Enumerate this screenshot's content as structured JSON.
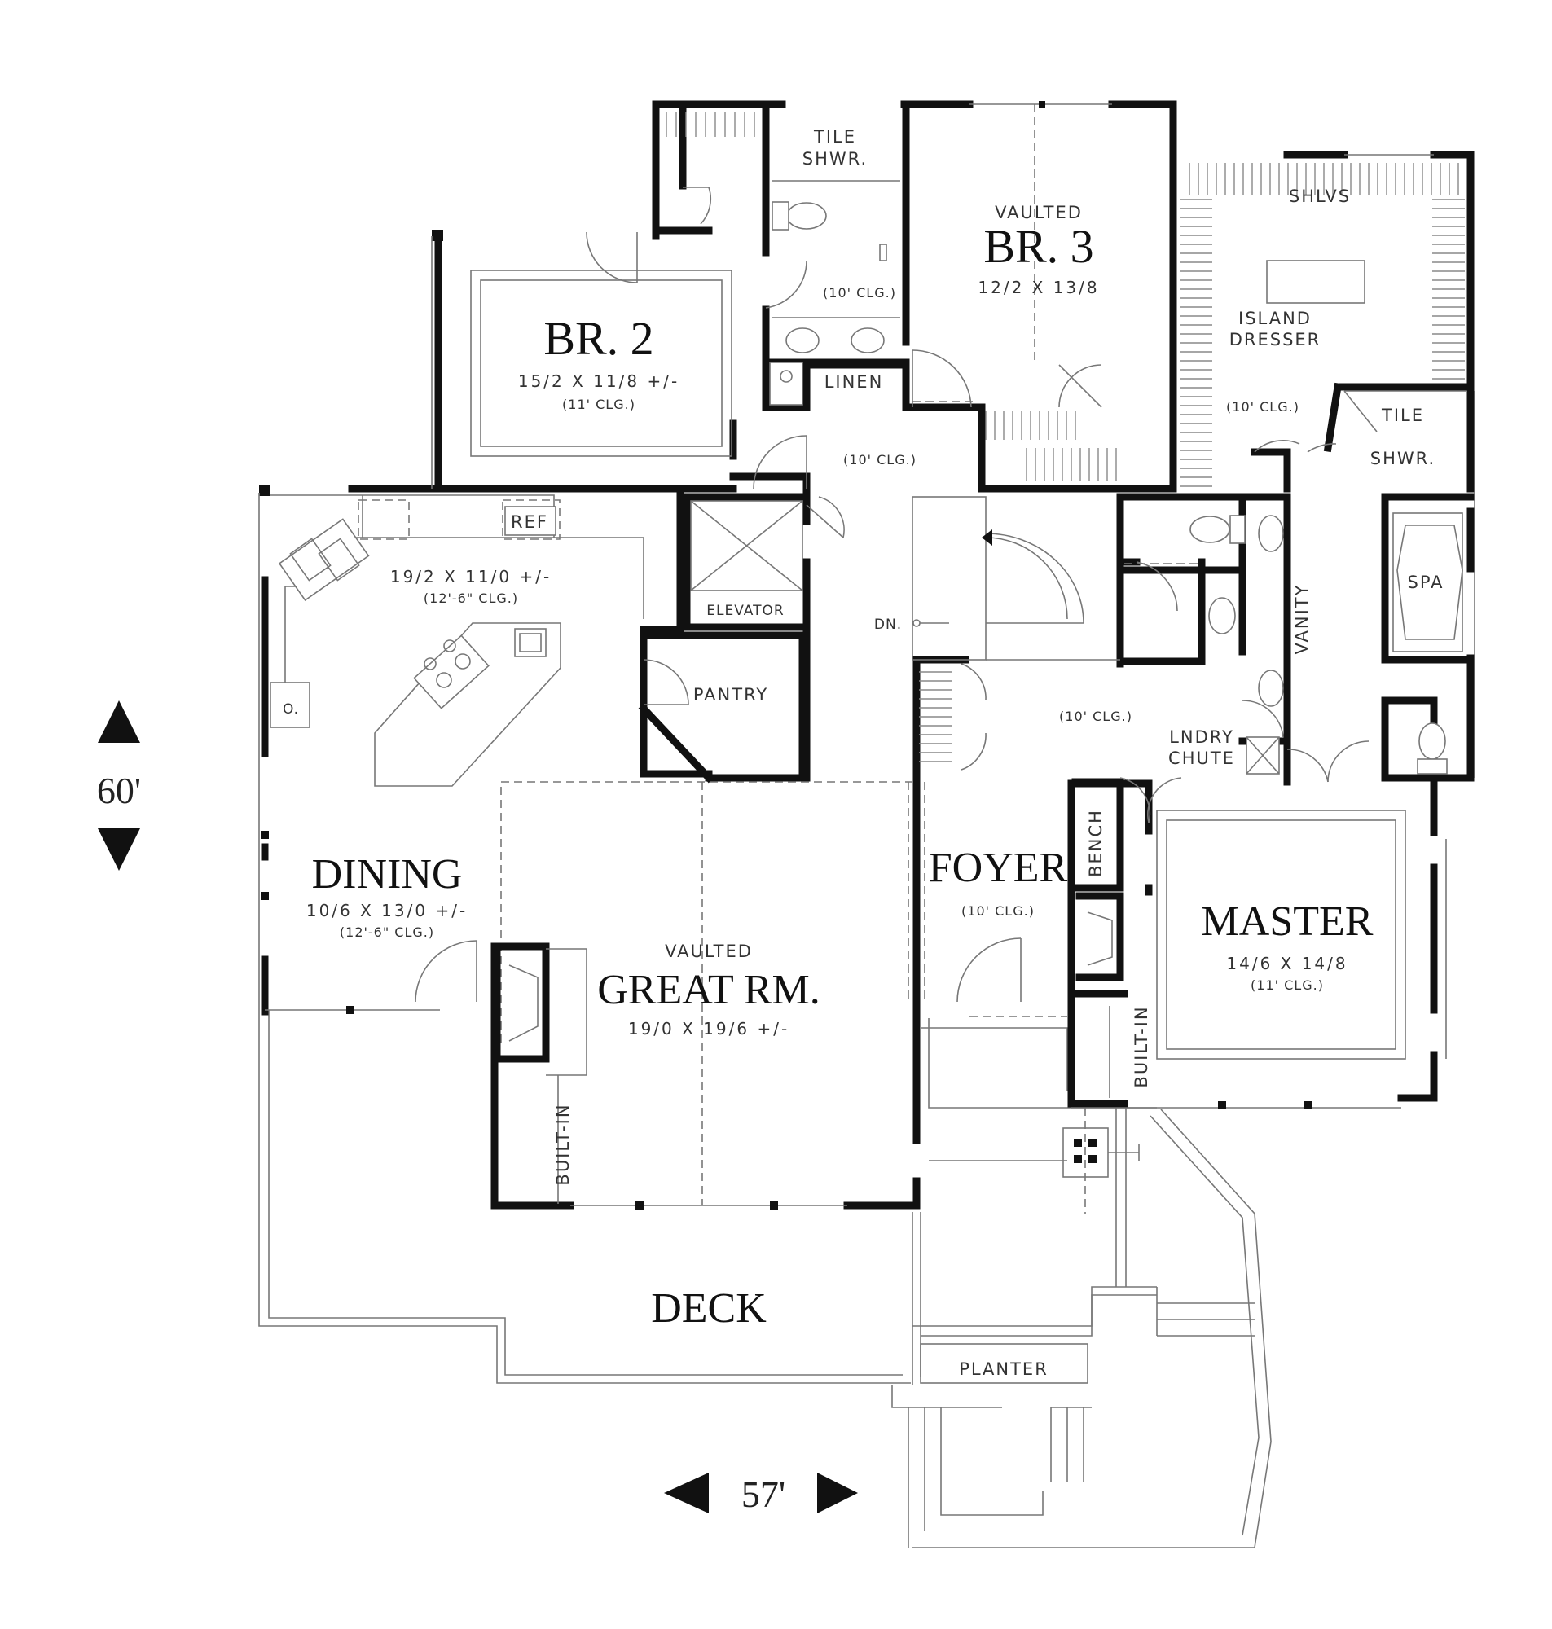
{
  "rooms": {
    "br2": {
      "name": "BR. 2",
      "size": "15/2 X 11/8 +/-",
      "ceiling": "(11' CLG.)"
    },
    "br3": {
      "prefix": "VAULTED",
      "name": "BR. 3",
      "size": "12/2 X 13/8"
    },
    "kitchen": {
      "size": "19/2 X 11/0 +/-",
      "ceiling": "(12'-6\" CLG.)"
    },
    "dining": {
      "name": "DINING",
      "size": "10/6 X 13/0 +/-",
      "ceiling": "(12'-6\" CLG.)"
    },
    "great_room": {
      "prefix": "VAULTED",
      "name": "GREAT RM.",
      "size": "19/0 X 19/6 +/-"
    },
    "foyer": {
      "name": "FOYER",
      "ceiling": "(10' CLG.)"
    },
    "master": {
      "name": "MASTER",
      "size": "14/6 X 14/8",
      "ceiling": "(11' CLG.)"
    },
    "deck": {
      "name": "DECK"
    }
  },
  "labels": {
    "tile_shower_1": [
      "TILE",
      "SHWR."
    ],
    "bath_ceiling": "(10' CLG.)",
    "linen": "LINEN",
    "hall_ceiling": "(10' CLG.)",
    "ref": "REF",
    "elevator": "ELEVATOR",
    "pantry": "PANTRY",
    "oven": "O.",
    "down": "DN.",
    "shelves": "SHLVS",
    "island_dresser": [
      "ISLAND",
      "DRESSER"
    ],
    "closet_ceiling": "(10' CLG.)",
    "tile_shower_2": [
      "TILE",
      "SHWR."
    ],
    "spa": "SPA",
    "vanity": "VANITY",
    "laundry_chute": [
      "LNDRY",
      "CHUTE"
    ],
    "lower_hall_ceiling": "(10' CLG.)",
    "bench": "BENCH",
    "built_in_master": "BUILT-IN",
    "built_in_great": "BUILT-IN",
    "planter": "PLANTER"
  },
  "dimensions": {
    "depth": "60'",
    "width": "57'"
  }
}
